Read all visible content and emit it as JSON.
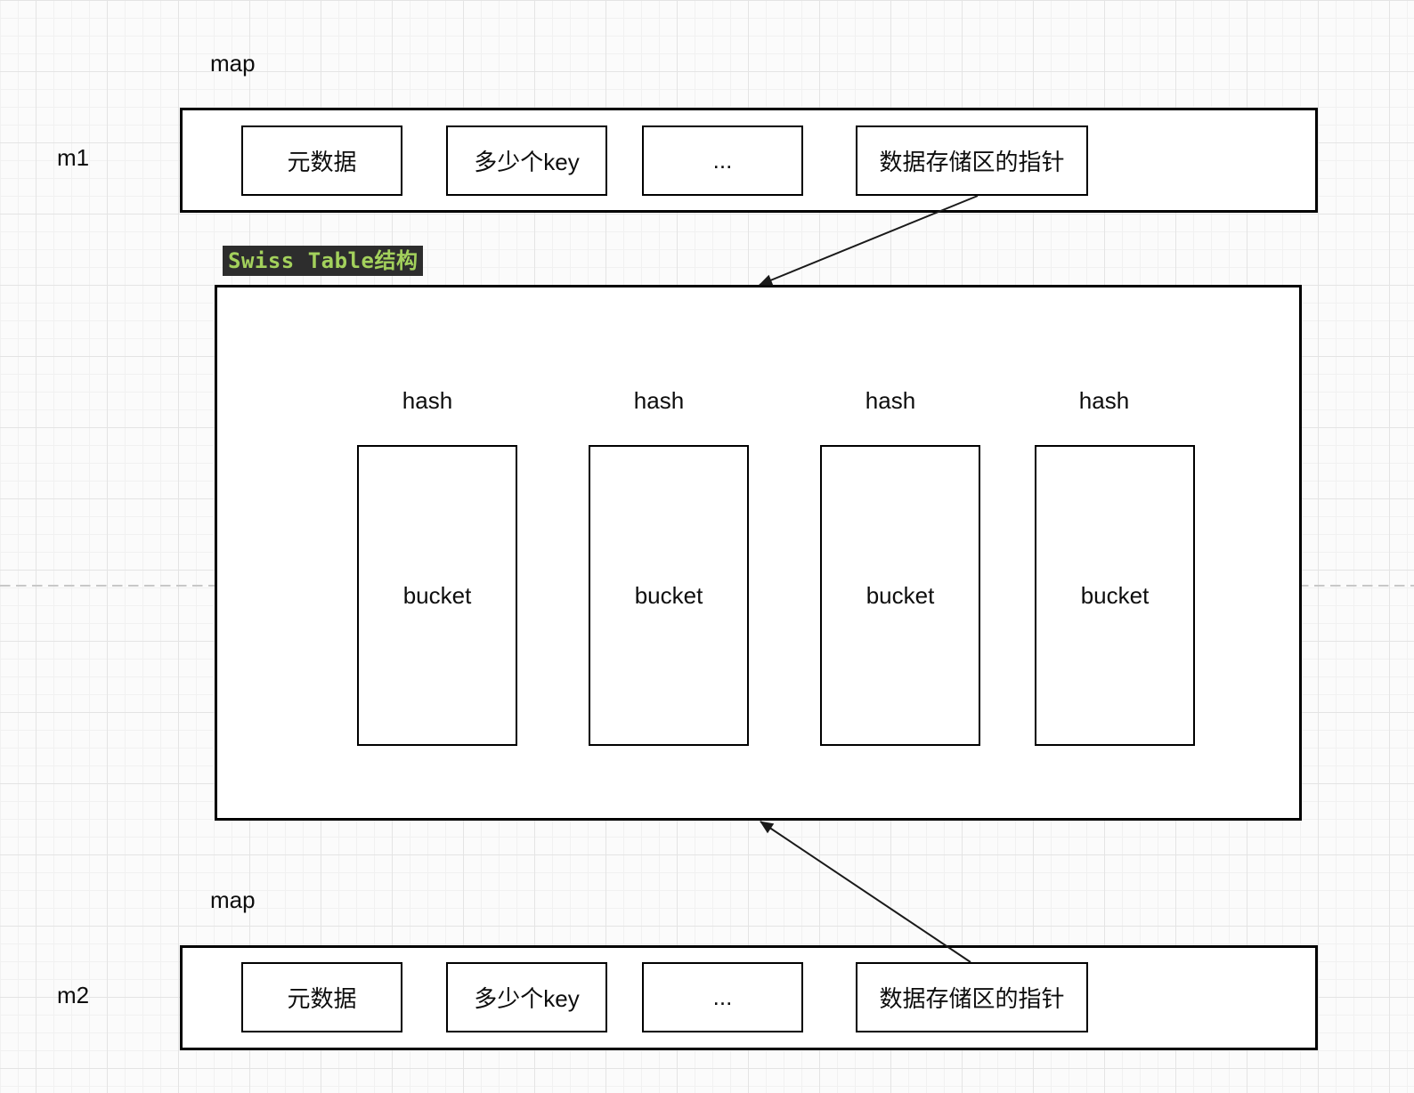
{
  "m1": {
    "map_label": "map",
    "name": "m1",
    "cells": [
      {
        "label": "元数据"
      },
      {
        "label": "多少个key"
      },
      {
        "label": "..."
      },
      {
        "label": "数据存储区的指针"
      }
    ]
  },
  "swiss_table": {
    "title": "Swiss Table结构",
    "columns": [
      {
        "hash_label": "hash",
        "bucket_label": "bucket"
      },
      {
        "hash_label": "hash",
        "bucket_label": "bucket"
      },
      {
        "hash_label": "hash",
        "bucket_label": "bucket"
      },
      {
        "hash_label": "hash",
        "bucket_label": "bucket"
      }
    ]
  },
  "m2": {
    "map_label": "map",
    "name": "m2",
    "cells": [
      {
        "label": "元数据"
      },
      {
        "label": "多少个key"
      },
      {
        "label": "..."
      },
      {
        "label": "数据存储区的指针"
      }
    ]
  },
  "colors": {
    "canvas_bg": "#fbfbfb",
    "grid_fine": "#f1f1f1",
    "grid_major": "#e4e4e4",
    "shape_border": "#000000",
    "shape_fill": "#ffffff",
    "text": "#0d0d0d",
    "title_bg": "#2d2d2d",
    "title_fg": "#a3d15c",
    "arrow": "#1a1a1a",
    "guide_dash": "#c8c8c8"
  }
}
